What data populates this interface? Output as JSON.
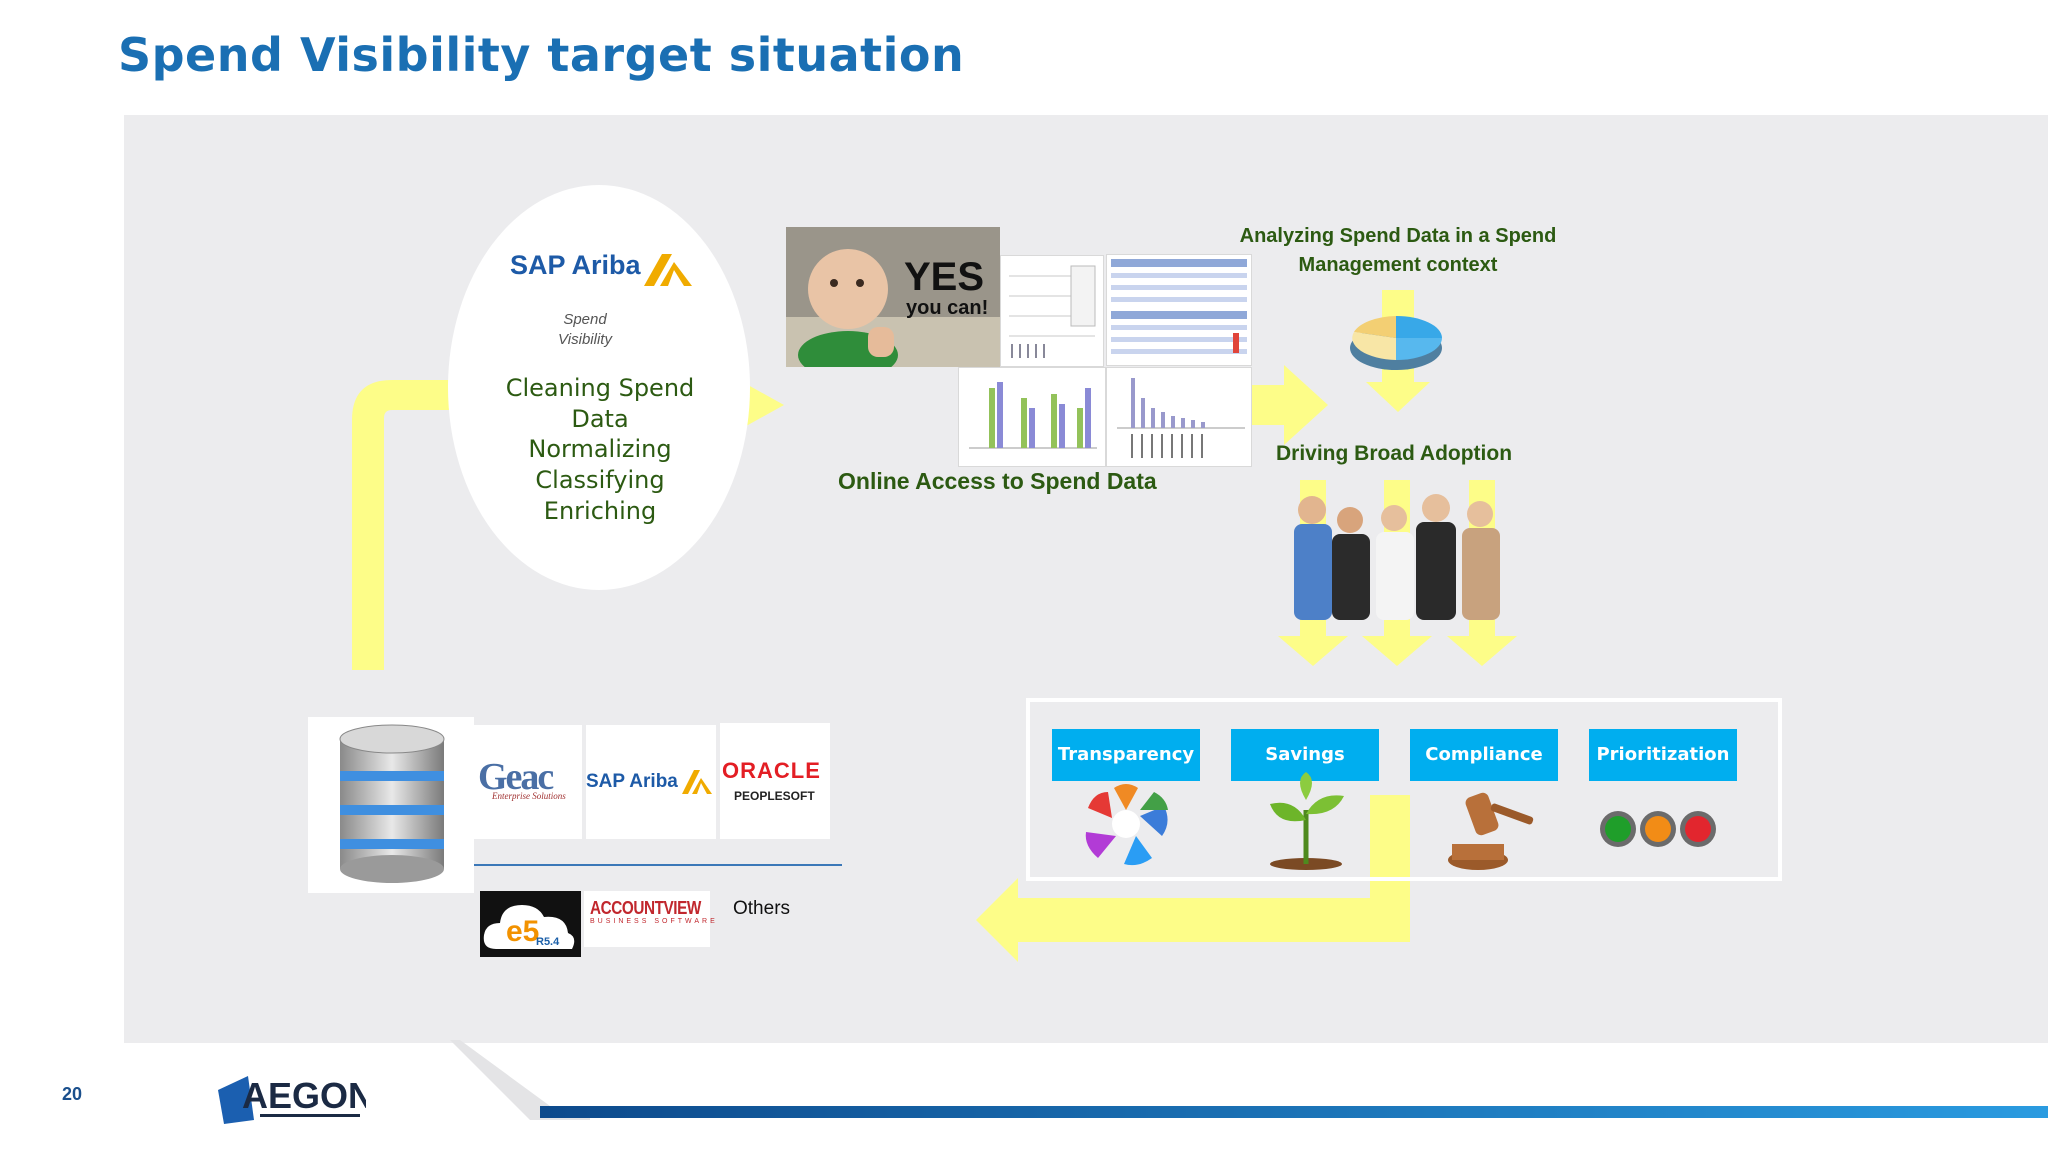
{
  "slide": {
    "title": "Spend Visibility target situation",
    "page_number": "20",
    "footer_logo_text": "AEGON"
  },
  "cleansing": {
    "brand": "SAP Ariba",
    "subtitle_line1": "Spend",
    "subtitle_line2": "Visibility",
    "steps": [
      "Cleaning Spend",
      "Data",
      "Normalizing",
      "Classifying",
      "Enriching"
    ]
  },
  "access": {
    "meme_line1": "YES",
    "meme_line2": "you can!",
    "label": "Online Access to Spend Data"
  },
  "analysis": {
    "label_line1": "Analyzing Spend Data in a Spend",
    "label_line2": "Management context",
    "adoption_label": "Driving Broad Adoption"
  },
  "benefits": [
    "Transparency",
    "Savings",
    "Compliance",
    "Prioritization"
  ],
  "sources": {
    "geac": "Geac",
    "geac_sub": "Enterprise Solutions",
    "sap_ariba": "SAP Ariba",
    "oracle": "ORACLE",
    "peoplesoft": "PEOPLESOFT",
    "e5": "e5",
    "e5_version": "R5.4",
    "accountview": "ACCOUNTVIEW",
    "accountview_sub": "BUSINESS SOFTWARE",
    "others": "Others"
  },
  "colors": {
    "title_blue": "#1a6fb3",
    "text_green": "#2c5a12",
    "arrow_yellow": "#fdfd88",
    "button_cyan": "#00aeef",
    "panel_grey": "#ececee"
  },
  "icons": {
    "database": "database-icon",
    "pie": "pie-chart-icon",
    "transparency": "puzzle-icon",
    "savings": "seedling-icon",
    "compliance": "gavel-icon",
    "prioritization": "traffic-lights-icon"
  }
}
